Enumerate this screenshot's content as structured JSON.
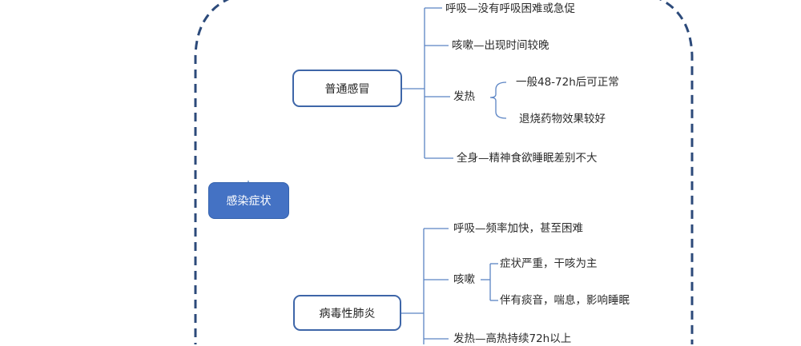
{
  "colors": {
    "border_dash": "#2c4a7a",
    "node_border": "#3e66a8",
    "root_fill": "#4472c4",
    "connector": "#5b84c4",
    "text": "#222222"
  },
  "root": {
    "label": "感染症状"
  },
  "common_cold": {
    "label": "普通感冒",
    "breathing": "呼吸—没有呼吸困难或急促",
    "cough": "咳嗽—出现时间较晚",
    "fever": {
      "label": "发热",
      "details": [
        "一般48-72h后可正常",
        "退烧药物效果较好"
      ]
    },
    "whole_body": "全身—精神食欲睡眠差别不大"
  },
  "viral_pneumonia": {
    "label": "病毒性肺炎",
    "breathing": "呼吸—频率加快，甚至困难",
    "cough": {
      "label": "咳嗽",
      "details": [
        "症状严重，干咳为主",
        "伴有痰音，喘息，影响睡眠"
      ]
    },
    "fever": "发热—高热持续72h以上"
  }
}
